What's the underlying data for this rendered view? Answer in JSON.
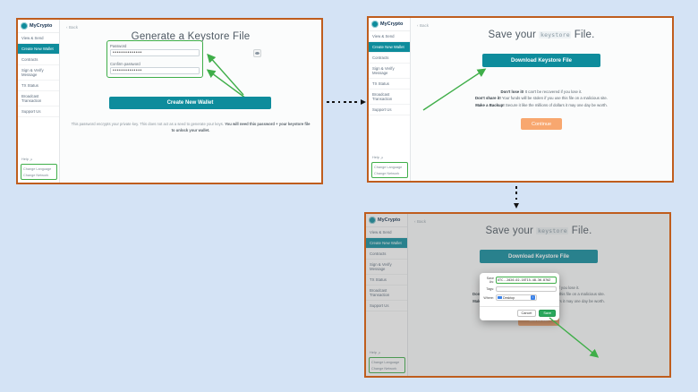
{
  "colors": {
    "background": "#d4e3f5",
    "frame_border": "#bf5d1d",
    "brand_teal": "#0e8c9c",
    "brand_navy": "#15314f",
    "annotation_green": "#3fae49",
    "continue_orange": "#f8a76f",
    "save_green": "#2aa85c",
    "dialog_blue": "#3b82e8"
  },
  "brand": "MyCrypto",
  "icons": {
    "back_chevron": "‹",
    "external_link": "↗",
    "where_updown": "↕"
  },
  "sidebar": {
    "items": [
      {
        "label": "View & Send",
        "active": false
      },
      {
        "label": "Create New Wallet",
        "active": true
      },
      {
        "label": "Contracts",
        "active": false
      },
      {
        "label": "Sign & Verify Message",
        "active": false
      },
      {
        "label": "TX Status",
        "active": false
      },
      {
        "label": "Broadcast Transaction",
        "active": false
      },
      {
        "label": "Support Us",
        "active": false
      }
    ],
    "help_label": "Help",
    "footer_items": [
      {
        "label": "Change Language"
      },
      {
        "label": "Change Network"
      }
    ]
  },
  "generate_screen": {
    "back_label": "Back",
    "title": "Generate a Keystore File",
    "password_label": "Password",
    "password_value": "••••••••••••••",
    "confirm_password_label": "Confirm password",
    "confirm_password_value": "••••••••••••••",
    "create_button": "Create New Wallet",
    "footnote": "This password encrypts your private key. This does not act as a seed to generate your keys.",
    "footnote_bold": "You will need this password + your keystore file to unlock your wallet."
  },
  "save_screen": {
    "back_label": "Back",
    "title_pre": "Save your ",
    "title_keyword": "keystore",
    "title_post": " File.",
    "download_button": "Download Keystore File",
    "warnings": [
      {
        "bold": "Don't lose it!",
        "text": "It can't be recovered if you lose it."
      },
      {
        "bold": "Don't share it!",
        "text": "Your funds will be stolen if you use this file on a malicious site."
      },
      {
        "bold": "Make a Backup!",
        "text": "Secure it like the millions of dollars it may one day be worth."
      }
    ],
    "continue_button": "Continue"
  },
  "save_dialog": {
    "save_as_label": "Save As:",
    "filename": "UTC--2020-02-16T15-48-36.870Z",
    "tags_label": "Tags:",
    "where_label": "Where:",
    "where_value": "Desktop",
    "cancel_button": "Cancel",
    "save_button": "Save"
  }
}
